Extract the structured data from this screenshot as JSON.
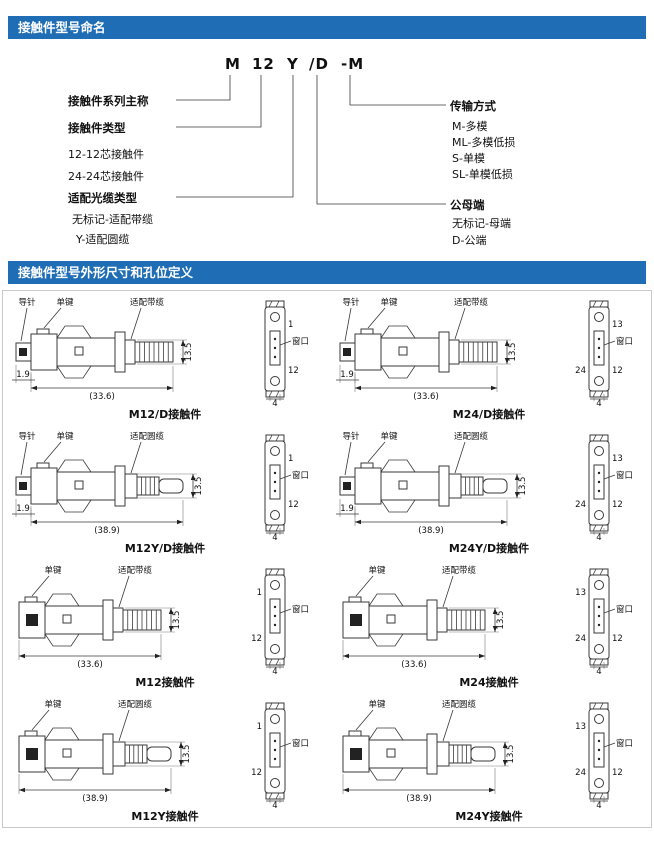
{
  "page": {
    "header_bg": "#1f6eb5",
    "header_text_color": "#ffffff",
    "section1_title": "接触件型号命名",
    "section2_title": "接触件型号外形尺寸和孔位定义"
  },
  "naming": {
    "code": [
      "M",
      "12",
      "Y",
      "/D",
      "-M"
    ],
    "left": [
      {
        "title": "接触件系列主称",
        "items": []
      },
      {
        "title": "接触件类型",
        "items": [
          "12-12芯接触件",
          "24-24芯接触件"
        ]
      },
      {
        "title": "适配光缆类型",
        "items": [
          "无标记-适配带缆",
          "Y-适配圆缆"
        ]
      }
    ],
    "right": [
      {
        "title": "传输方式",
        "items": [
          "M-多模",
          "ML-多模低损",
          "S-单模",
          "SL-单模低损"
        ]
      },
      {
        "title": "公母端",
        "items": [
          "无标记-母端",
          "D-公端"
        ]
      }
    ]
  },
  "connectors": [
    {
      "caption": "M12/D接触件",
      "male": true,
      "cable": "ribbon",
      "pin_label": "导针",
      "key_label": "单键",
      "cable_label": "适配带缆",
      "dim_front": "1.9",
      "dim_length": "(33.6)",
      "dim_height": "13.5",
      "window_label": "窗口",
      "front_nums": [
        {
          "v": "1",
          "pos": "tr"
        },
        {
          "v": "12",
          "pos": "br"
        },
        {
          "v": "4",
          "pos": "bottom"
        }
      ]
    },
    {
      "caption": "M24/D接触件",
      "male": true,
      "cable": "ribbon",
      "pin_label": "导针",
      "key_label": "单键",
      "cable_label": "适配带缆",
      "dim_front": "1.9",
      "dim_length": "(33.6)",
      "dim_height": "13.5",
      "window_label": "窗口",
      "front_nums": [
        {
          "v": "13",
          "pos": "tr"
        },
        {
          "v": "24",
          "pos": "bl"
        },
        {
          "v": "12",
          "pos": "br"
        },
        {
          "v": "4",
          "pos": "bottom"
        }
      ]
    },
    {
      "caption": "M12Y/D接触件",
      "male": true,
      "cable": "round",
      "pin_label": "导针",
      "key_label": "单键",
      "cable_label": "适配圆缆",
      "dim_front": "1.9",
      "dim_length": "(38.9)",
      "dim_height": "13.5",
      "window_label": "窗口",
      "front_nums": [
        {
          "v": "1",
          "pos": "tr"
        },
        {
          "v": "12",
          "pos": "br"
        },
        {
          "v": "4",
          "pos": "bottom"
        }
      ]
    },
    {
      "caption": "M24Y/D接触件",
      "male": true,
      "cable": "round",
      "pin_label": "导针",
      "key_label": "单键",
      "cable_label": "适配圆缆",
      "dim_front": "1.9",
      "dim_length": "(38.9)",
      "dim_height": "13.5",
      "window_label": "窗口",
      "front_nums": [
        {
          "v": "13",
          "pos": "tr"
        },
        {
          "v": "24",
          "pos": "bl"
        },
        {
          "v": "12",
          "pos": "br"
        },
        {
          "v": "4",
          "pos": "bottom"
        }
      ]
    },
    {
      "caption": "M12接触件",
      "male": false,
      "cable": "ribbon",
      "key_label": "单键",
      "cable_label": "适配带缆",
      "dim_length": "(33.6)",
      "dim_height": "13.5",
      "window_label": "窗口",
      "front_nums": [
        {
          "v": "1",
          "pos": "tl"
        },
        {
          "v": "12",
          "pos": "bl"
        },
        {
          "v": "4",
          "pos": "bottom"
        }
      ]
    },
    {
      "caption": "M24接触件",
      "male": false,
      "cable": "ribbon",
      "key_label": "单键",
      "cable_label": "适配带缆",
      "dim_length": "(33.6)",
      "dim_height": "13.5",
      "window_label": "窗口",
      "front_nums": [
        {
          "v": "13",
          "pos": "tl"
        },
        {
          "v": "24",
          "pos": "bl"
        },
        {
          "v": "12",
          "pos": "br"
        },
        {
          "v": "4",
          "pos": "bottom"
        }
      ]
    },
    {
      "caption": "M12Y接触件",
      "male": false,
      "cable": "round",
      "key_label": "单键",
      "cable_label": "适配圆缆",
      "dim_length": "(38.9)",
      "dim_height": "13.5",
      "window_label": "窗口",
      "front_nums": [
        {
          "v": "1",
          "pos": "tl"
        },
        {
          "v": "12",
          "pos": "bl"
        },
        {
          "v": "4",
          "pos": "bottom"
        }
      ]
    },
    {
      "caption": "M24Y接触件",
      "male": false,
      "cable": "round",
      "key_label": "单键",
      "cable_label": "适配圆缆",
      "dim_length": "(38.9)",
      "dim_height": "13.5",
      "window_label": "窗口",
      "front_nums": [
        {
          "v": "13",
          "pos": "tl"
        },
        {
          "v": "24",
          "pos": "bl"
        },
        {
          "v": "12",
          "pos": "br"
        },
        {
          "v": "4",
          "pos": "bottom"
        }
      ]
    }
  ]
}
